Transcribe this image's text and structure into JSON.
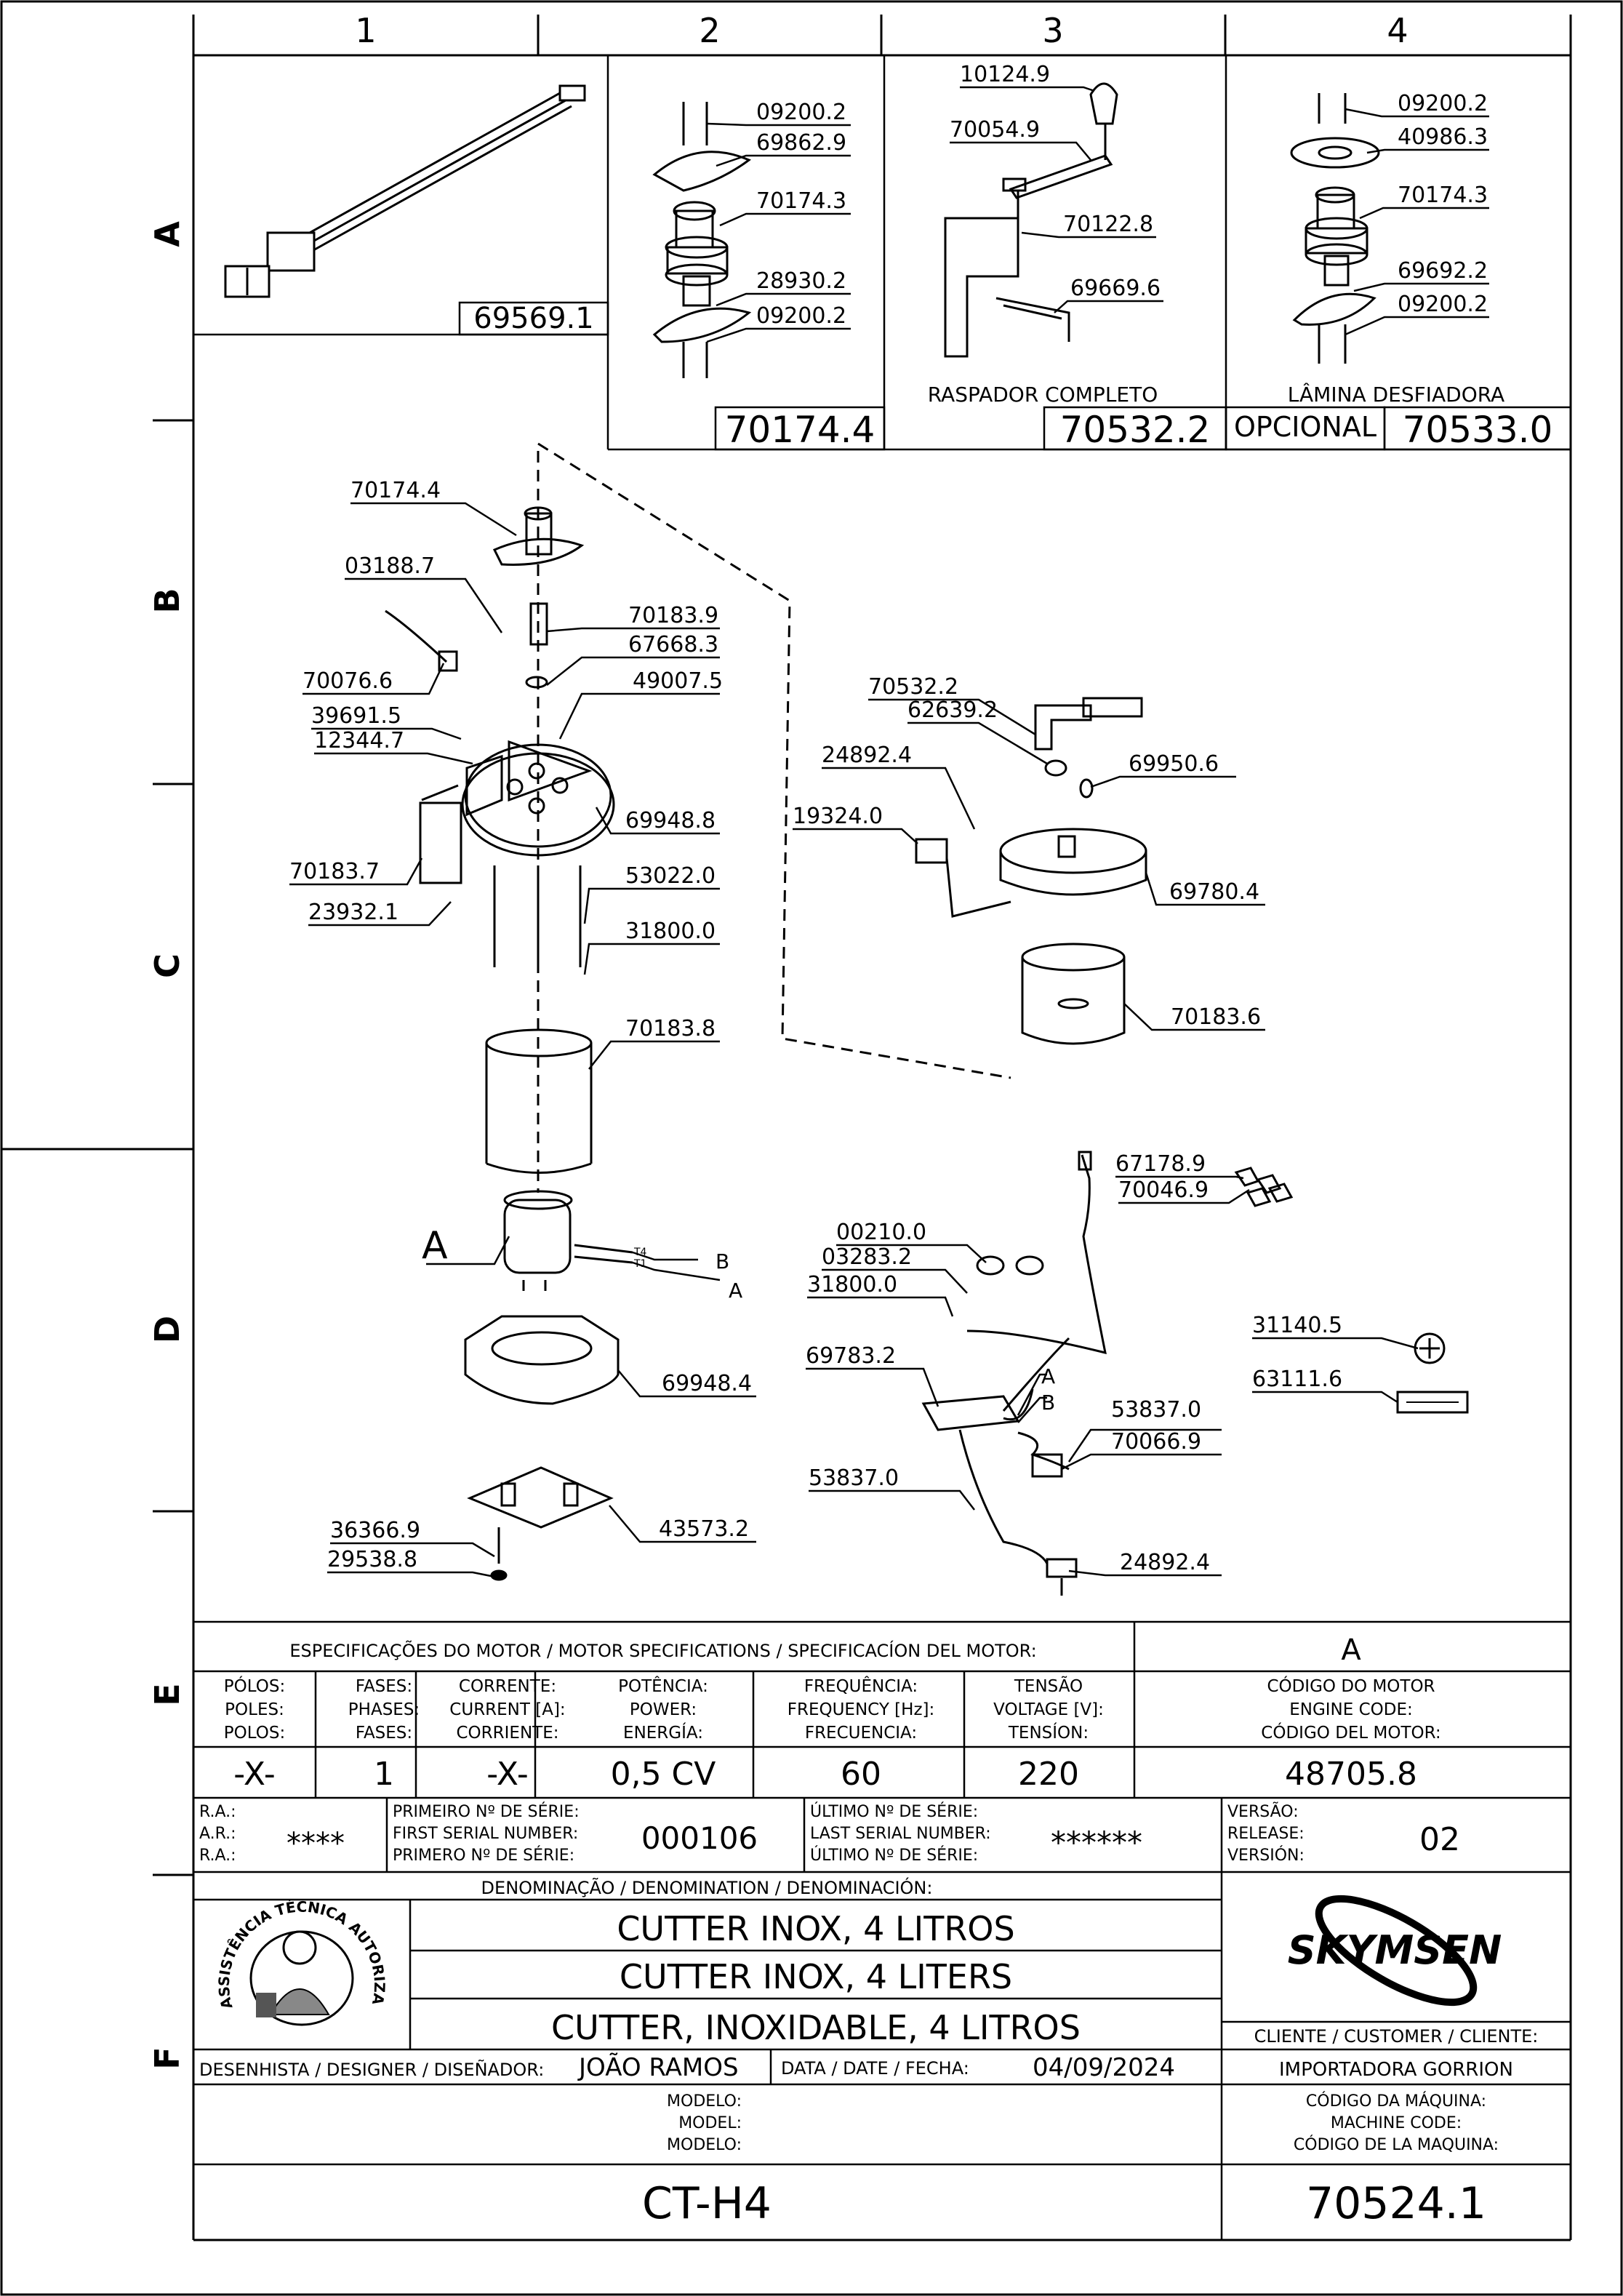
{
  "grid": {
    "columns": [
      "1",
      "2",
      "3",
      "4"
    ],
    "rows": [
      "A",
      "B",
      "C",
      "D",
      "E",
      "F"
    ]
  },
  "top_panels": {
    "panel1_code": "69569.1",
    "panel2_labels": [
      "09200.2",
      "69862.9",
      "70174.3",
      "28930.2",
      "09200.2"
    ],
    "panel2_code": "70174.4",
    "panel3_labels": [
      "10124.9",
      "70054.9",
      "70122.8",
      "69669.6"
    ],
    "panel3_title": "RASPADOR COMPLETO",
    "panel3_code": "70532.2",
    "panel4_labels": [
      "09200.2",
      "40986.3",
      "70174.3",
      "69692.2",
      "09200.2"
    ],
    "panel4_title": "LÂMINA DESFIADORA",
    "panel4_optional": "OPCIONAL",
    "panel4_code": "70533.0"
  },
  "main_labels": {
    "left": [
      "70174.4",
      "03188.7",
      "70183.9",
      "67668.3",
      "70076.6",
      "49007.5",
      "39691.5",
      "12344.7",
      "69948.8",
      "70183.7",
      "53022.0",
      "23932.1",
      "31800.0",
      "70183.8",
      "69948.4",
      "36366.9",
      "29538.8",
      "43573.2"
    ],
    "right": [
      "70532.2",
      "62639.2",
      "24892.4",
      "69950.6",
      "19324.0",
      "69780.4",
      "70183.6",
      "67178.9",
      "70046.9",
      "00210.0",
      "03283.2",
      "31800.0",
      "31140.5",
      "63111.6",
      "69783.2",
      "53837.0",
      "70066.9",
      "53837.0",
      "24892.4"
    ],
    "motor_callout": "A",
    "wire_b": "B",
    "wire_a": "A",
    "wire_t4": "T4",
    "wire_t1": "T1"
  },
  "motor_specs": {
    "header": "ESPECIFICAÇÕES DO MOTOR / MOTOR SPECIFICATIONS / SPECIFICACÍON DEL MOTOR:",
    "header_right": "A",
    "columns": [
      {
        "label": [
          "PÓLOS:",
          "POLES:",
          "POLOS:"
        ],
        "value": "-X-"
      },
      {
        "label": [
          "FASES:",
          "PHASES:",
          "FASES:"
        ],
        "value": "1"
      },
      {
        "label": [
          "CORRENTE:",
          "CURRENT [A]:",
          "CORRIENTE:"
        ],
        "value": "-X-"
      },
      {
        "label": [
          "POTÊNCIA:",
          "POWER:",
          "ENERGÍA:"
        ],
        "value": "0,5 CV"
      },
      {
        "label": [
          "FREQUÊNCIA:",
          "FREQUENCY [Hz]:",
          "FRECUENCIA:"
        ],
        "value": "60"
      },
      {
        "label": [
          "TENSÃO",
          "VOLTAGE [V]:",
          "TENSÍON:"
        ],
        "value": "220"
      },
      {
        "label": [
          "CÓDIGO DO MOTOR",
          "ENGINE CODE:",
          "CÓDIGO DEL MOTOR:"
        ],
        "value": "48705.8"
      }
    ]
  },
  "serial": {
    "ra_labels": [
      "R.A.:",
      "A.R.:",
      "R.A.:"
    ],
    "ra_value": "****",
    "first_labels": [
      "PRIMEIRO Nº DE SÉRIE:",
      "FIRST SERIAL NUMBER:",
      "PRIMERO Nº DE SÉRIE:"
    ],
    "first_value": "000106",
    "last_labels": [
      "ÚLTIMO Nº DE SÉRIE:",
      "LAST SERIAL NUMBER:",
      "ÚLTIMO Nº DE SÉRIE:"
    ],
    "last_value": "******",
    "version_labels": [
      "VERSÃO:",
      "RELEASE:",
      "VERSIÓN:"
    ],
    "version_value": "02"
  },
  "denomination": {
    "header": "DENOMINAÇÃO / DENOMINATION / DENOMINACIÓN:",
    "lines": [
      "CUTTER INOX, 4 LITROS",
      "CUTTER INOX, 4 LITERS",
      "CUTTER, INOXIDABLE, 4 LITROS"
    ],
    "stamp_text": "ASSISTÊNCIA TÉCNICA AUTORIZADA",
    "brand": "SKYMSEN",
    "client_header": "CLIENTE / CUSTOMER / CLIENTE:",
    "client_value": "IMPORTADORA GORRION"
  },
  "designer": {
    "label": "DESENHISTA / DESIGNER / DISEÑADOR:",
    "value": "JOÃO RAMOS",
    "date_label": "DATA / DATE / FECHA:",
    "date_value": "04/09/2024"
  },
  "model": {
    "labels": [
      "MODELO:",
      "MODEL:",
      "MODELO:"
    ],
    "value": "CT-H4",
    "machine_code_labels": [
      "CÓDIGO DA MÁQUINA:",
      "MACHINE CODE:",
      "CÓDIGO DE LA MAQUINA:"
    ],
    "machine_code_value": "70524.1"
  }
}
